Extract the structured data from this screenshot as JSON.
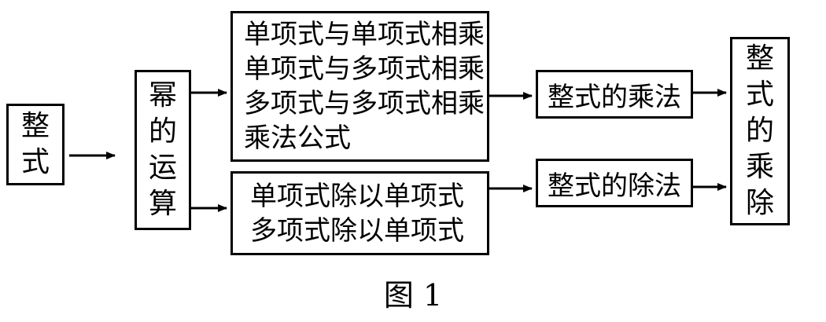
{
  "nodes": {
    "zhengshi": [
      "整",
      "式"
    ],
    "mi_yunsuan": [
      "幂",
      "的",
      "运",
      "算"
    ],
    "mult_types": [
      "单项式与单项式相乘",
      "单项式与多项式相乘",
      "多项式与多项式相乘",
      "乘法公式"
    ],
    "div_types": [
      "单项式除以单项式",
      "多项式除以单项式"
    ],
    "mult": "整式的乘法",
    "div": "整式的除法",
    "result": [
      "整",
      "式",
      "的",
      "乘",
      "除"
    ]
  },
  "caption": "图 1"
}
